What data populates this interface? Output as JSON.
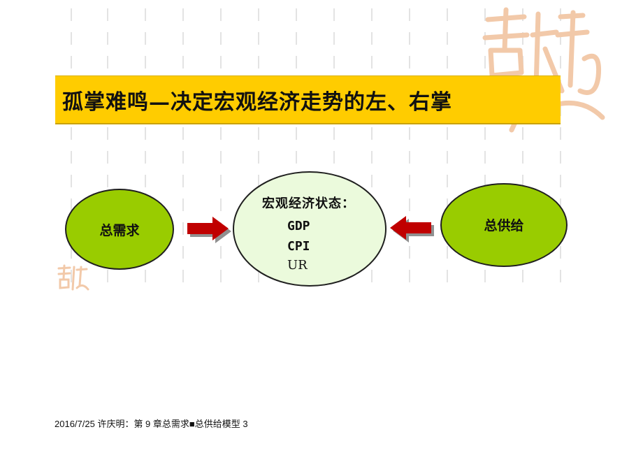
{
  "title": "孤掌难鸣—决定宏观经济走势的左、右掌",
  "diagram": {
    "left_node": {
      "label": "总需求"
    },
    "center_node": {
      "heading": "宏观经济状态：",
      "indicators": [
        "GDP",
        "CPI",
        "UR"
      ]
    },
    "right_node": {
      "label": "总供给"
    },
    "arrows": [
      {
        "from": "总需求",
        "to": "宏观经济状态"
      },
      {
        "from": "总供给",
        "to": "宏观经济状态"
      }
    ]
  },
  "colors": {
    "title_bar": "#ffcc00",
    "node_green": "#99cc00",
    "center_fill": "#ebfadc",
    "arrow_red": "#c00000",
    "arrow_shadow": "#909090",
    "stamp": "#f2c9a9"
  },
  "decor": {
    "stamp_icon": "auspicious-calligraphy-stamp"
  },
  "footer": {
    "text": "2016/7/25 许庆明：第 9 章总需求■总供给模型 3"
  }
}
